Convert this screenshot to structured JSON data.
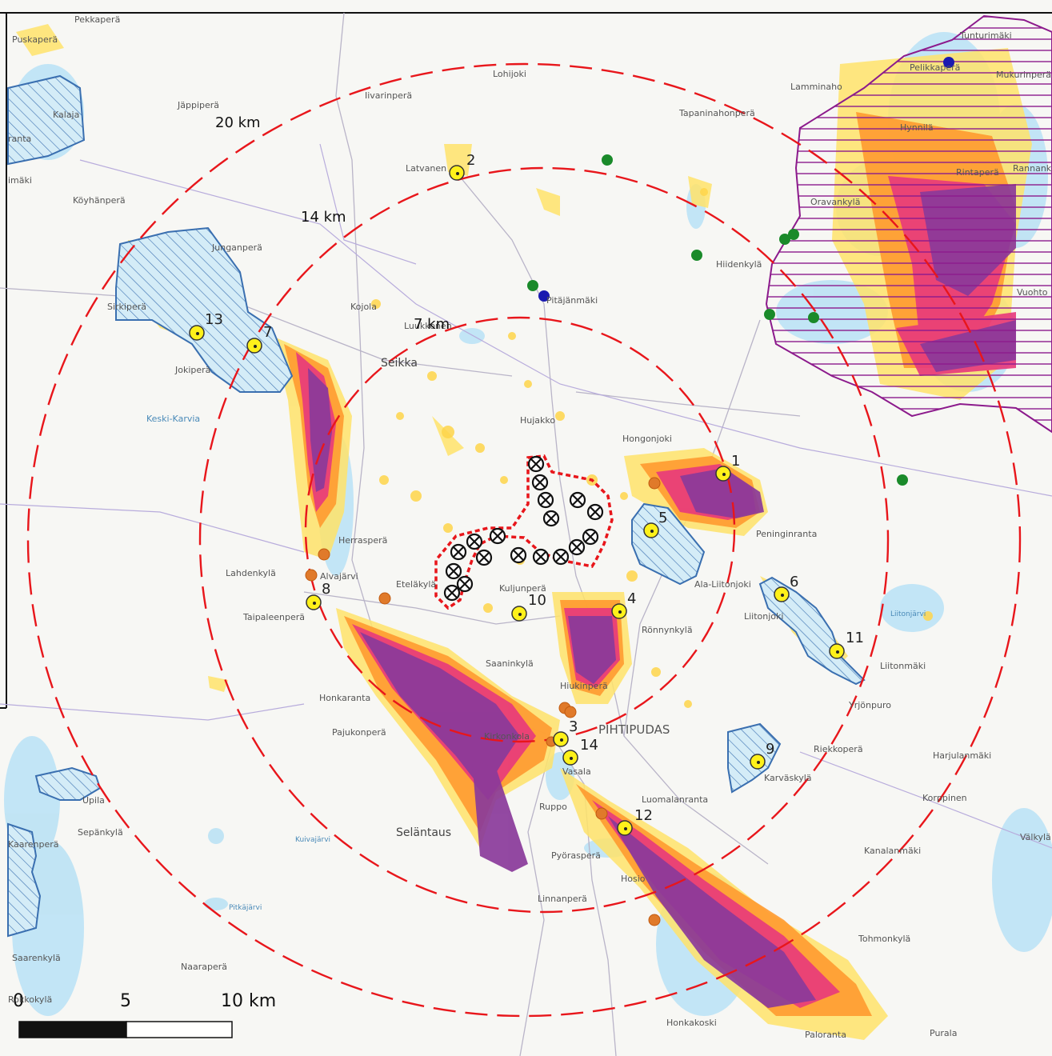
{
  "map": {
    "ring_labels": {
      "r20": "20 km",
      "r14": "14 km",
      "r7": "7 km"
    },
    "places": {
      "pekkapera": "Pekkaperä",
      "puskapera": "Puskaperä",
      "lohijoki": "Lohijoki",
      "jappipera": "Jäppiperä",
      "iivarinpera": "Iivarinperä",
      "tuntunmaki": "Tunturimäki",
      "pelikkapera": "Pelikkaperä",
      "mukurinpera": "Mukurinperä",
      "lamminaho": "Lamminaho",
      "tapaninahonpera": "Tapaninahonperä",
      "latvanen": "Latvanen",
      "kalaja": "Kalaja",
      "ilmaki": "imäki",
      "koyhanpera": "Köyhänperä",
      "rintapera": "Rintaperä",
      "rannank": "Rannank",
      "oravankyla": "Oravankylä",
      "kangaspera": "Junganperä",
      "hiidenkyla": "Hiidenkylä",
      "pitajanmaki": "Pitäjänmäki",
      "vuohto": "Vuohto",
      "kukkola": "Kojola",
      "lukkaranmaki": "Luukkonen",
      "seikka": "Seikka",
      "sirkipera": "Sirkiperä",
      "jokipera": "Jokiperä",
      "keskikarvia": "Keski-Karvia",
      "hujakko": "Hujakko",
      "hongonjoki": "Hongonjoki",
      "peninginranta": "Peninginranta",
      "herrapera": "Herrasperä",
      "lahdenkyla": "Lahdenkylä",
      "alvajarvi": "Alvajärvi",
      "etelakyla": "Eteläkylä",
      "taipaleenpera": "Taipaleenperä",
      "kuljunpera": "Kuljunperä",
      "ala_liitonjoki": "Ala-Liitonjoki",
      "liitonjoki": "Liitonjoki",
      "liitonjarvi": "Liitonjärvi",
      "ronnynkyla": "Rönnynkylä",
      "liitonmaki": "Liitonmäki",
      "saaninkyla": "Saaninkylä",
      "hiukinpera": "Hiukinperä",
      "yrjonpuro": "Yrjönpuro",
      "honkaranta": "Honkaranta",
      "pajukonpera": "Pajukonperä",
      "pihtipudas": "PIHTIPUDAS",
      "kirkonkola": "Kirkonkola",
      "riekkopera": "Riekkoperä",
      "harjulanmaki": "Harjulanmäki",
      "karvaskyla": "Karväskylä",
      "vasala": "Vasala",
      "upila": "Upila",
      "luomalanranta": "Luomalanranta",
      "korppinen": "Korppinen",
      "ruppo": "Ruppo",
      "sepankyla": "Sepänkylä",
      "selantaus": "Seläntaus",
      "kuivajarvi": "Kuivajärvi",
      "valkyla": "Välkylä",
      "kanalanmaki": "Kanalanmäki",
      "kaarenpera": "Kaarenperä",
      "pyorasperä": "Pyörasperä",
      "hosio": "Hosio",
      "pitkajarvi": "Pitkäjärvi",
      "linnanpera": "Linnanperä",
      "tohmonkyla": "Tohmonkylä",
      "saarenkyla": "Saarenkylä",
      "naarapera": "Naaraperä",
      "rokkokyla": "Rokkokylä",
      "honkakoski": "Honkakoski",
      "paloranta": "Paloranta",
      "purala": "Purala",
      "hynnila": "Hynnilä",
      "ranta": "ranta"
    },
    "viewpoints": [
      "1",
      "2",
      "3",
      "4",
      "5",
      "6",
      "7",
      "8",
      "9",
      "10",
      "11",
      "12",
      "13",
      "14"
    ],
    "scale_bar": {
      "l0": "0",
      "l5": "5",
      "l10": "10 km"
    },
    "colors": {
      "ring": "#e8161b",
      "zone_yellow": "#ffe36a",
      "zone_orange": "#ff9a30",
      "zone_pink": "#e8387c",
      "zone_purple": "#8a3a9a",
      "protected_blue": "#3a6fb0",
      "defense_area": "#8c1a8c",
      "viewpoint": "#fff11a",
      "orange_dot": "#e07a2a",
      "green_dot": "#1a8a2a",
      "blue_dot": "#1a1ab0"
    }
  }
}
